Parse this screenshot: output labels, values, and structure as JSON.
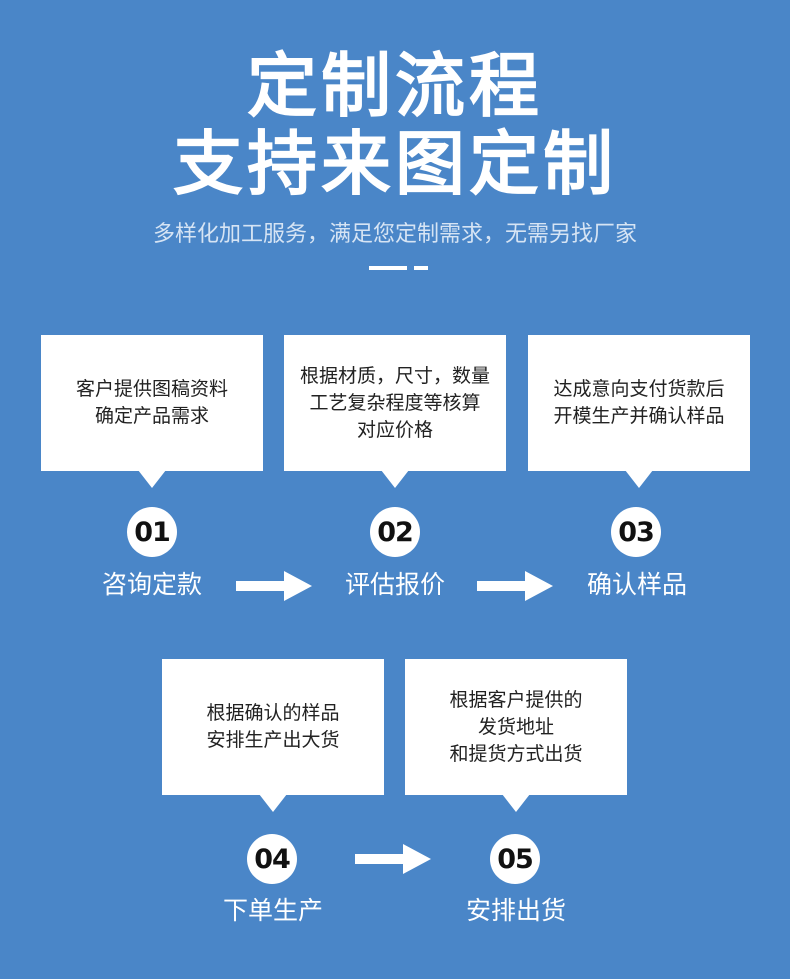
{
  "header": {
    "title_line1": "定制流程",
    "title_line2": "支持来图定制",
    "subtitle": "多样化加工服务，满足您定制需求，无需另找厂家"
  },
  "steps": [
    {
      "number": "01",
      "name": "咨询定款",
      "desc": [
        "客户提供图稿资料",
        "确定产品需求"
      ]
    },
    {
      "number": "02",
      "name": "评估报价",
      "desc": [
        "根据材质，尺寸，数量",
        "工艺复杂程度等核算",
        "对应价格"
      ]
    },
    {
      "number": "03",
      "name": "确认样品",
      "desc": [
        "达成意向支付货款后",
        "开模生产并确认样品"
      ]
    },
    {
      "number": "04",
      "name": "下单生产",
      "desc": [
        "根据确认的样品",
        "安排生产出大货"
      ]
    },
    {
      "number": "05",
      "name": "安排出货",
      "desc": [
        "根据客户提供的",
        "发货地址",
        "和提货方式出货"
      ]
    }
  ],
  "colors": {
    "background": "#4a86c8",
    "card": "#ffffff",
    "subtitle": "#d6e4f4"
  }
}
